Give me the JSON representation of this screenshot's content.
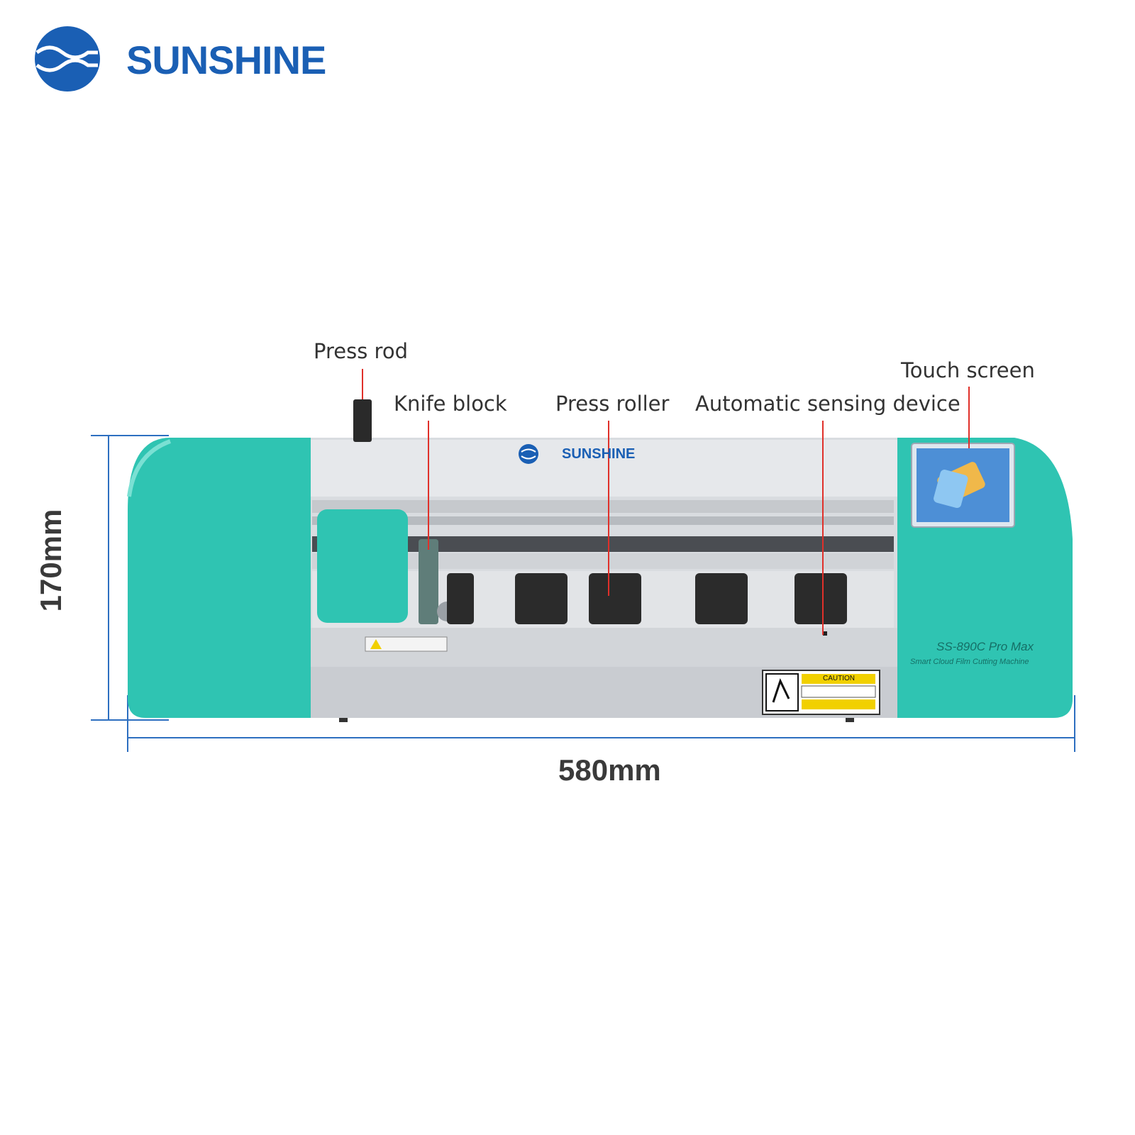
{
  "brand": {
    "name": "SUNSHINE",
    "color": "#1a5fb4",
    "logo_icon": "sunshine-wave-logo-icon"
  },
  "callouts": {
    "press_rod": "Press rod",
    "knife_block": "Knife block",
    "press_roller": "Press roller",
    "automatic_sensing": "Automatic sensing device",
    "touch_screen": "Touch screen"
  },
  "dimensions": {
    "height": "170mm",
    "width": "580mm"
  },
  "machine": {
    "panel_brand": "SUNSHINE",
    "model": "SS-890C Pro Max",
    "subtitle": "Smart Cloud Film Cutting Machine",
    "caution_label": "CAUTION",
    "body_color": "#2fc4b2",
    "frame_color": "#dcdfe3"
  },
  "colors": {
    "leader_line": "#e0302a",
    "dimension_line": "#2d6fc0"
  }
}
